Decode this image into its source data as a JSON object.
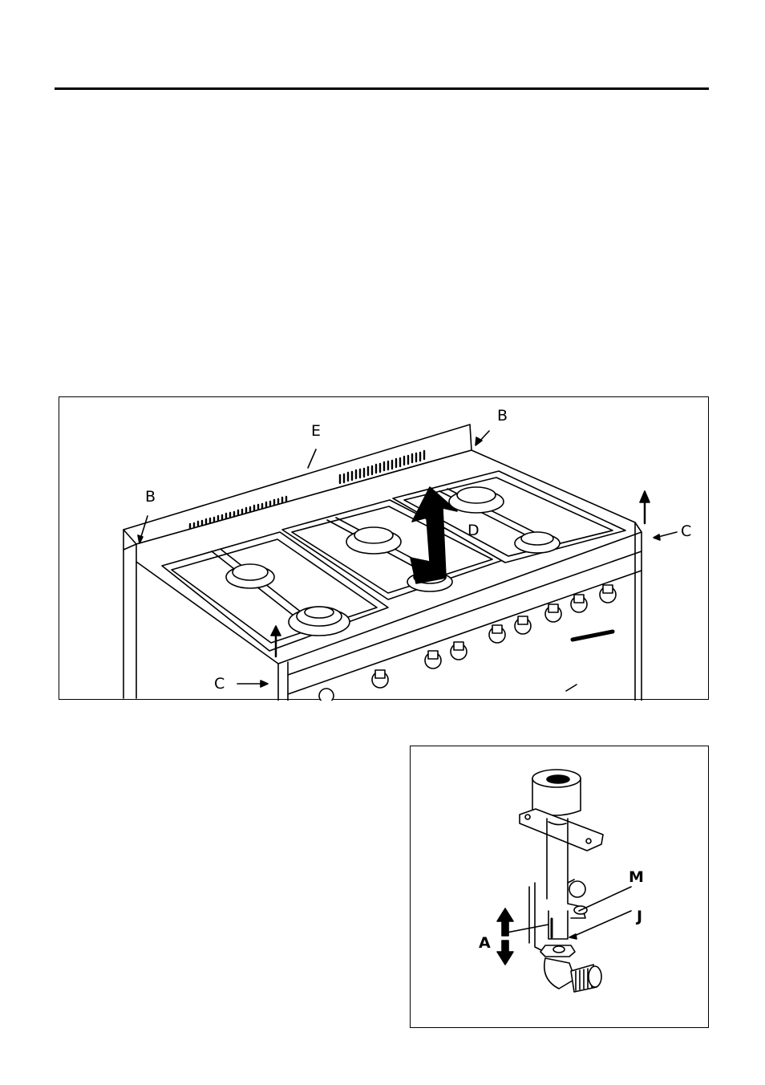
{
  "figure1": {
    "labels": {
      "b_top": "B",
      "e": "E",
      "b_left": "B",
      "d": "D",
      "c_right": "C",
      "c_left": "C"
    }
  },
  "figure2": {
    "labels": {
      "m": "M",
      "j": "J",
      "a": "A"
    }
  }
}
